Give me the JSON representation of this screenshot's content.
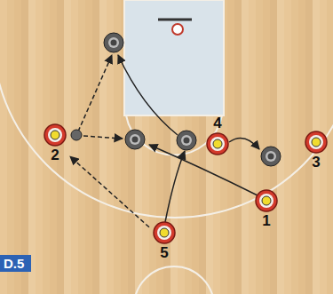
{
  "diagram": {
    "nodes": [
      {
        "text": [
          "4"
        ]
      },
      {
        "text": [
          "2"
        ]
      },
      {
        "text": [
          "3"
        ]
      },
      {
        "text": [
          "1"
        ]
      },
      {
        "text": [
          "5"
        ]
      }
    ],
    "edges": [
      {
        "from": 4,
        "to": 1,
        "arrow": "to"
      }
    ],
    "labels": [
      "D.5"
    ]
  }
}
